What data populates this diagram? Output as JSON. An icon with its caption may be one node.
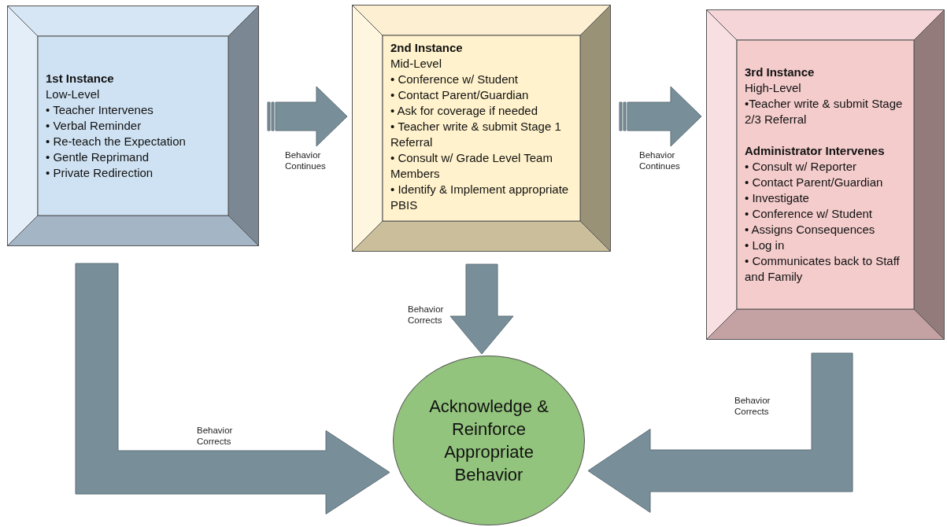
{
  "diagram": {
    "nodes": [
      {
        "text": [
          "1st Instance",
          "Low-Level",
          "• Teacher Intervenes",
          "• Verbal Reminder",
          "• Re-teach the Expectation",
          "• Gentle Reprimand",
          "• Private Redirection"
        ]
      },
      {
        "text": [
          "2nd Instance",
          "Mid-Level",
          "• Conference w/ Student",
          "• Contact Parent/Guardian",
          "• Ask for coverage if needed",
          "• Teacher write & submit Stage 1 Referral",
          "• Consult w/ Grade Level Team Members",
          "• Identify & Implement appropriate PBIS"
        ]
      },
      {
        "text": [
          "3rd Instance",
          "High-Level",
          "•Teacher write & submit Stage 2/3 Referral",
          "Administrator Intervenes",
          "• Consult w/ Reporter",
          "• Contact Parent/Guardian",
          "• Investigate",
          "• Conference w/ Student",
          "• Assigns Consequences",
          "• Log in",
          "• Communicates back to Staff and Family"
        ]
      },
      {
        "text": [
          "Acknowledge & Reinforce Appropriate Behavior"
        ]
      }
    ],
    "edges": [
      {
        "from": 0,
        "to": 1,
        "arrow": "to",
        "label": "Behavior Continues"
      },
      {
        "from": 1,
        "to": 2,
        "arrow": "to",
        "label": "Behavior Continues"
      },
      {
        "from": 0,
        "to": 3,
        "arrow": "to",
        "label": "Behavior Corrects"
      },
      {
        "from": 1,
        "to": 3,
        "arrow": "to",
        "label": "Behavior Corrects"
      },
      {
        "from": 2,
        "to": 3,
        "arrow": "to",
        "label": "Behavior Corrects"
      }
    ]
  }
}
